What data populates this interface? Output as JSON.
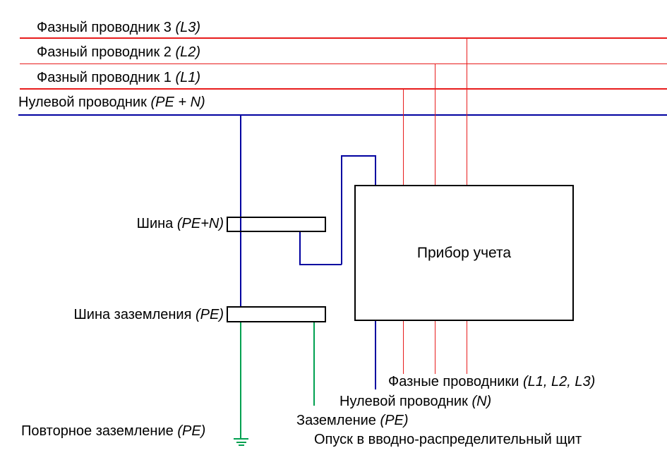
{
  "colors": {
    "phase_wire": "#e81c1c",
    "neutral_wire": "#0000a0",
    "ground_wire": "#00a050",
    "outline": "#000000"
  },
  "top_buses": {
    "phase3": {
      "name": "Фазный проводник 3",
      "code": "(L3)"
    },
    "phase2": {
      "name": "Фазный проводник 2",
      "code": "(L2)"
    },
    "phase1": {
      "name": "Фазный проводник 1",
      "code": "(L1)"
    },
    "neutral": {
      "name": "Нулевой проводник",
      "code": "(PE + N)"
    }
  },
  "meter": {
    "label": "Прибор учета"
  },
  "pen_bus": {
    "name": "Шина",
    "code": "(PE+N)"
  },
  "ground_bus": {
    "name": "Шина заземления",
    "code": "(PE)"
  },
  "repeat_ground": {
    "name": "Повторное заземление",
    "code": "(PE)"
  },
  "drop_labels": {
    "phases": {
      "name": "Фазные проводники",
      "code": "(L1, L2, L3)"
    },
    "neutral": {
      "name": "Нулевой проводник",
      "code": "(N)"
    },
    "ground": {
      "name": "Заземление",
      "code": "(PE)"
    },
    "caption": {
      "name": "Опуск в вводно-распределительный щит"
    }
  }
}
